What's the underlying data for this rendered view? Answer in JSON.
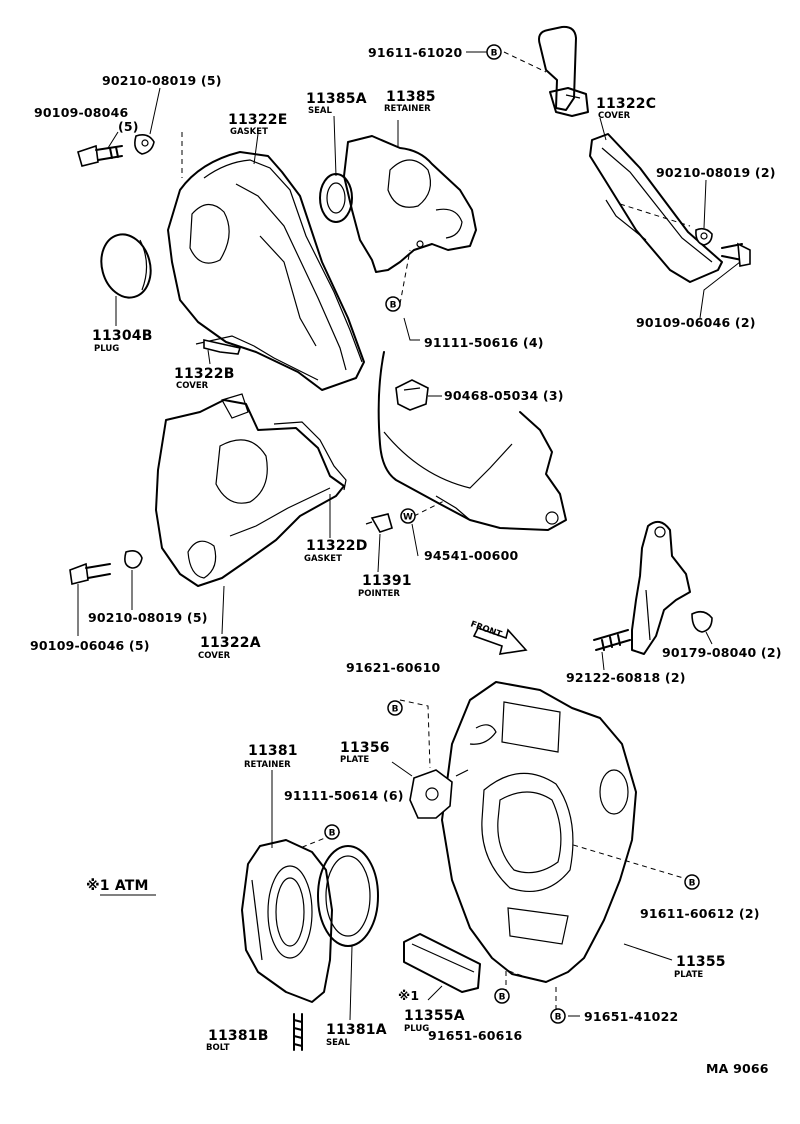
{
  "diagram_code": "MA 9066",
  "atm_note": "※1 ATM",
  "markers": {
    "b": "B",
    "w": "W"
  },
  "parts": [
    {
      "id": "p01",
      "number": "91611-61020"
    },
    {
      "id": "p02",
      "number": "90210-08019 (5)"
    },
    {
      "id": "p03",
      "number": "90109-08046"
    },
    {
      "id": "p03q",
      "number": "(5)"
    },
    {
      "id": "p04",
      "number": "11322E",
      "name": "GASKET"
    },
    {
      "id": "p05",
      "number": "11385A",
      "name": "SEAL"
    },
    {
      "id": "p06",
      "number": "11385",
      "name": "RETAINER"
    },
    {
      "id": "p07",
      "number": "11322C",
      "name": "COVER"
    },
    {
      "id": "p08",
      "number": "90210-08019 (2)"
    },
    {
      "id": "p09",
      "number": "11304B",
      "name": "PLUG"
    },
    {
      "id": "p10",
      "number": "91111-50616 (4)"
    },
    {
      "id": "p11",
      "number": "90109-06046 (2)"
    },
    {
      "id": "p12",
      "number": "11322B",
      "name": "COVER"
    },
    {
      "id": "p13",
      "number": "90468-05034 (3)"
    },
    {
      "id": "p14",
      "number": "11322D",
      "name": "GASKET"
    },
    {
      "id": "p15",
      "number": "94541-00600"
    },
    {
      "id": "p16",
      "number": "11391",
      "name": "POINTER"
    },
    {
      "id": "p17",
      "number": "90210-08019 (5)"
    },
    {
      "id": "p18",
      "number": "90109-06046 (5)"
    },
    {
      "id": "p19",
      "number": "11322A",
      "name": "COVER"
    },
    {
      "id": "p20",
      "number": "92122-60818 (2)"
    },
    {
      "id": "p21",
      "number": "90179-08040 (2)"
    },
    {
      "id": "p22",
      "number": "91621-60610"
    },
    {
      "id": "p23",
      "number": "11381",
      "name": "RETAINER"
    },
    {
      "id": "p24",
      "number": "11356",
      "name": "PLATE"
    },
    {
      "id": "p25",
      "number": "91111-50614 (6)"
    },
    {
      "id": "p26",
      "number": "91611-60612 (2)"
    },
    {
      "id": "p27",
      "number": "11355",
      "name": "PLATE"
    },
    {
      "id": "p28",
      "number": "11355A",
      "name": "PLUG",
      "prefix": "※1"
    },
    {
      "id": "p29",
      "number": "91651-41022"
    },
    {
      "id": "p30",
      "number": "91651-60616"
    },
    {
      "id": "p31",
      "number": "11381B",
      "name": "BOLT"
    },
    {
      "id": "p32",
      "number": "11381A",
      "name": "SEAL"
    }
  ],
  "front_label": "FRONT"
}
